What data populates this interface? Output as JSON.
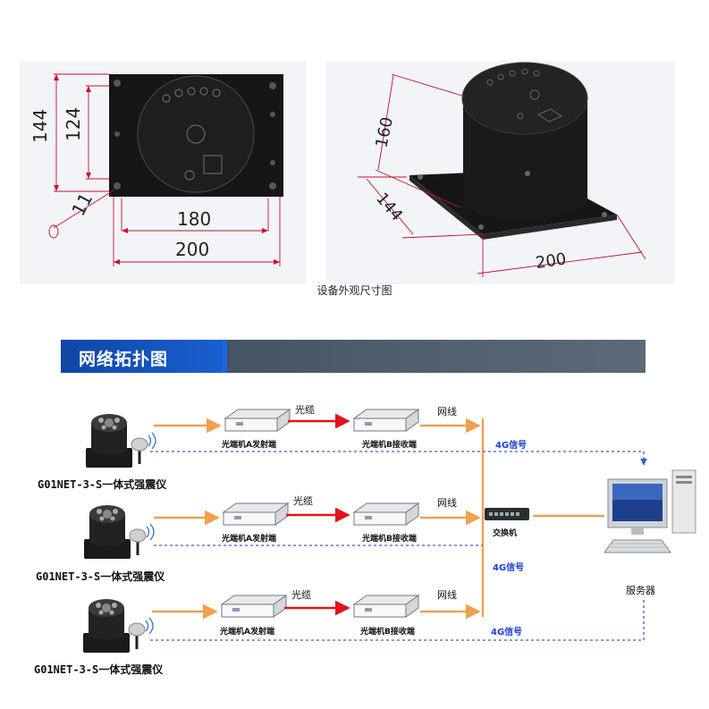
{
  "dimensions": {
    "left_view": {
      "h144": "144",
      "h124": "124",
      "w180": "180",
      "w200": "200",
      "hole": "11"
    },
    "right_view": {
      "h160": "160",
      "d144": "144",
      "w200": "200"
    }
  },
  "caption": "设备外观尺寸图",
  "section_title": "网络拓扑图",
  "rows": [
    {
      "device": "G01NET-3-S一体式强震仪",
      "tx": "光端机A发射端",
      "rx": "光端机B接收端",
      "fiber": "光缆",
      "cable": "网线",
      "signal": "4G信号"
    },
    {
      "device": "G01NET-3-S一体式强震仪",
      "tx": "光端机A发射端",
      "rx": "光端机B接收端",
      "fiber": "光缆",
      "cable": "网线",
      "signal": "4G信号"
    },
    {
      "device": "G01NET-3-S一体式强震仪",
      "tx": "光端机A发射端",
      "rx": "光端机B接收端",
      "fiber": "光缆",
      "cable": "网线",
      "signal": "4G信号"
    }
  ],
  "switch_label": "交换机",
  "server_label": "服务器",
  "colors": {
    "orange": "#f0a050",
    "red": "#e0151a",
    "blue_dash": "#3a5fc8",
    "banner_blue": "#1452b8",
    "banner_gray": "#4a5868"
  }
}
